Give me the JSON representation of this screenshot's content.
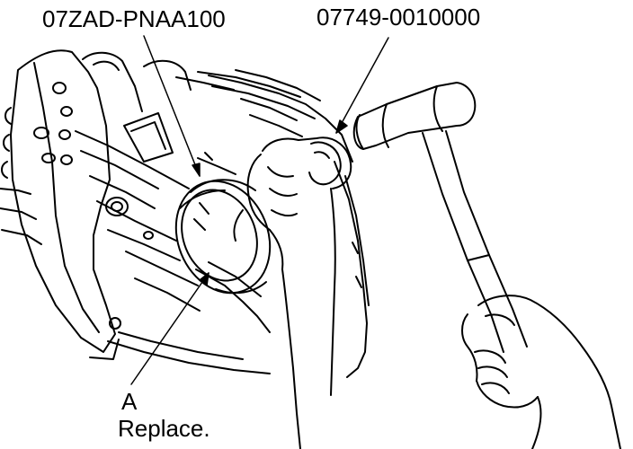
{
  "callouts": {
    "tool_1": "07ZAD-PNAA100",
    "tool_2": "07749-0010000",
    "part_letter": "A",
    "part_note": "Replace."
  },
  "colors": {
    "ink": "#000000",
    "paper": "#ffffff"
  }
}
